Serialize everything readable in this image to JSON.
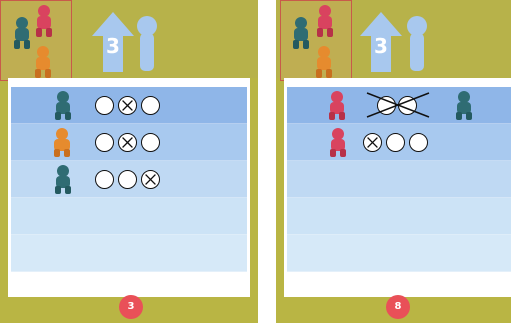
{
  "colors": {
    "card_background": "#b9b544",
    "players_box_border": "#c85a4a",
    "arrow": "#a8c8ee",
    "marker_stroke": "#111111",
    "page_badge": "#e95058",
    "figure_red": "#d9435f",
    "figure_teal": "#2f6c73",
    "figure_orange": "#e68b2e"
  },
  "icons": {
    "arrow": "up-arrow-icon",
    "pawn": "pawn-icon",
    "figure_red": "red-figure-icon",
    "figure_teal": "teal-figure-icon",
    "figure_orange": "orange-figure-icon"
  },
  "left_card": {
    "arrow_value": "3",
    "page_number": "3",
    "rows": [
      {
        "figure": "teal-figure-icon",
        "markers": [
          "empty",
          "crossed",
          "empty"
        ]
      },
      {
        "figure": "orange-figure-icon",
        "markers": [
          "empty",
          "crossed",
          "empty"
        ]
      },
      {
        "figure": "teal-figure-icon",
        "markers": [
          "empty",
          "empty",
          "crossed"
        ]
      }
    ]
  },
  "right_card": {
    "arrow_value": "3",
    "page_number": "8",
    "rows": [
      {
        "figure": "red-figure-icon",
        "markers": [
          "empty",
          "empty"
        ],
        "struck_through": true,
        "target_figure": "teal-figure-icon"
      },
      {
        "figure": "red-figure-icon",
        "markers": [
          "crossed",
          "empty",
          "empty"
        ]
      }
    ]
  }
}
